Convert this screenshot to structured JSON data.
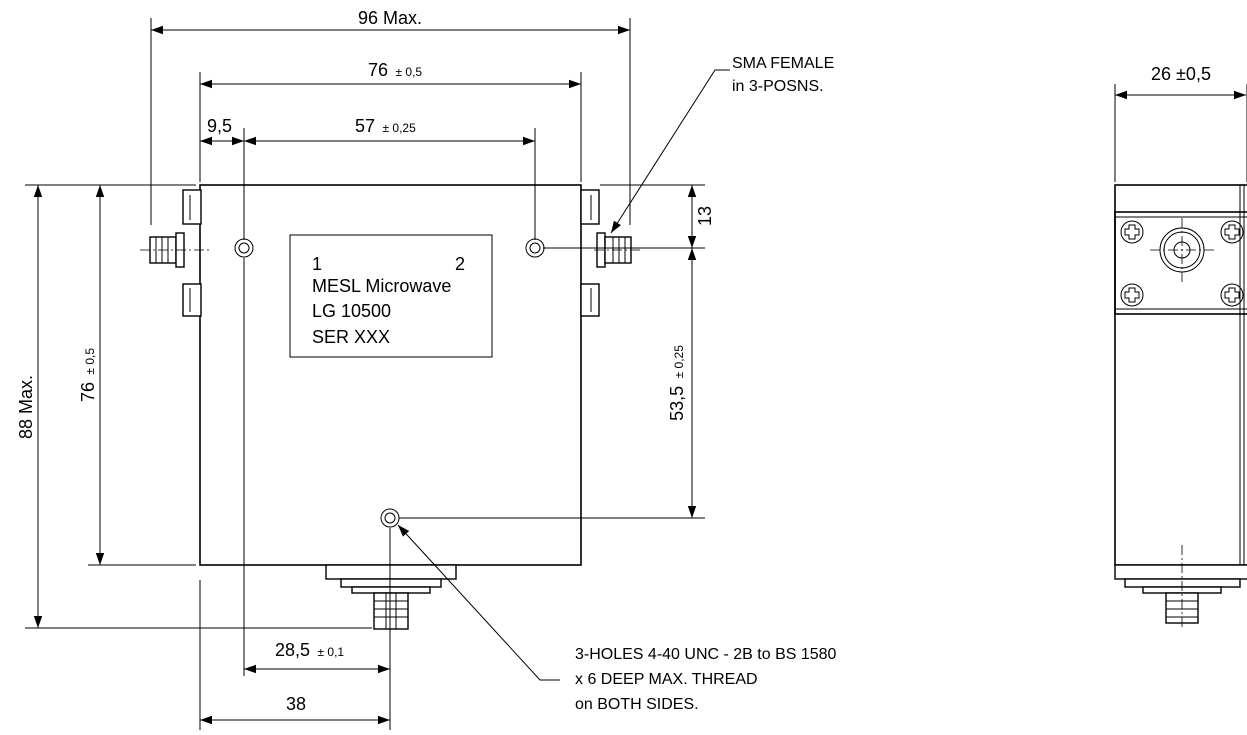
{
  "dimensions": {
    "overall_width": "96 Max.",
    "body_width_value": "76",
    "body_width_tol": "± 0,5",
    "connector_spacing_value": "57",
    "connector_spacing_tol": "± 0,25",
    "hole_inset": "9,5",
    "overall_height": "88 Max.",
    "body_height_value": "76",
    "body_height_tol": "± 0,5",
    "connector_offset": "13",
    "hole_vertical_value": "53,5",
    "hole_vertical_tol": "± 0,25",
    "hole_horizontal_value": "28,5",
    "hole_horizontal_tol": "± 0,1",
    "bottom_connector_pos": "38",
    "side_depth": "26 ±0,5"
  },
  "label_plate": {
    "port_1": "1",
    "port_2": "2",
    "line_1": "MESL Microwave",
    "line_2": "LG 10500",
    "line_3": "SER  XXX"
  },
  "notes": {
    "connector_note_line_1": "SMA FEMALE",
    "connector_note_line_2": "in 3-POSNS.",
    "hole_note_line_1": "3-HOLES 4-40 UNC - 2B to BS 1580",
    "hole_note_line_2": "x 6 DEEP MAX. THREAD",
    "hole_note_line_3": "on BOTH SIDES."
  },
  "colors": {
    "line": "#000000",
    "background": "#ffffff"
  }
}
